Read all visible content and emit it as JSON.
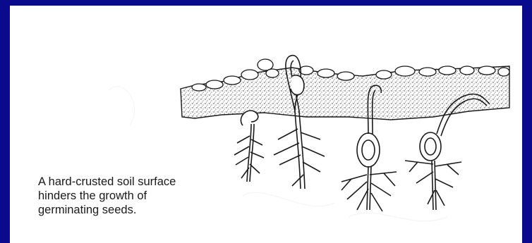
{
  "caption": {
    "line1": "A hard-crusted soil surface",
    "line2": "hinders the growth of",
    "line3": "germinating seeds."
  },
  "colors": {
    "frame": "#0a0a8c",
    "slide_background": "#ffffff",
    "ink": "#1a1a1a"
  }
}
